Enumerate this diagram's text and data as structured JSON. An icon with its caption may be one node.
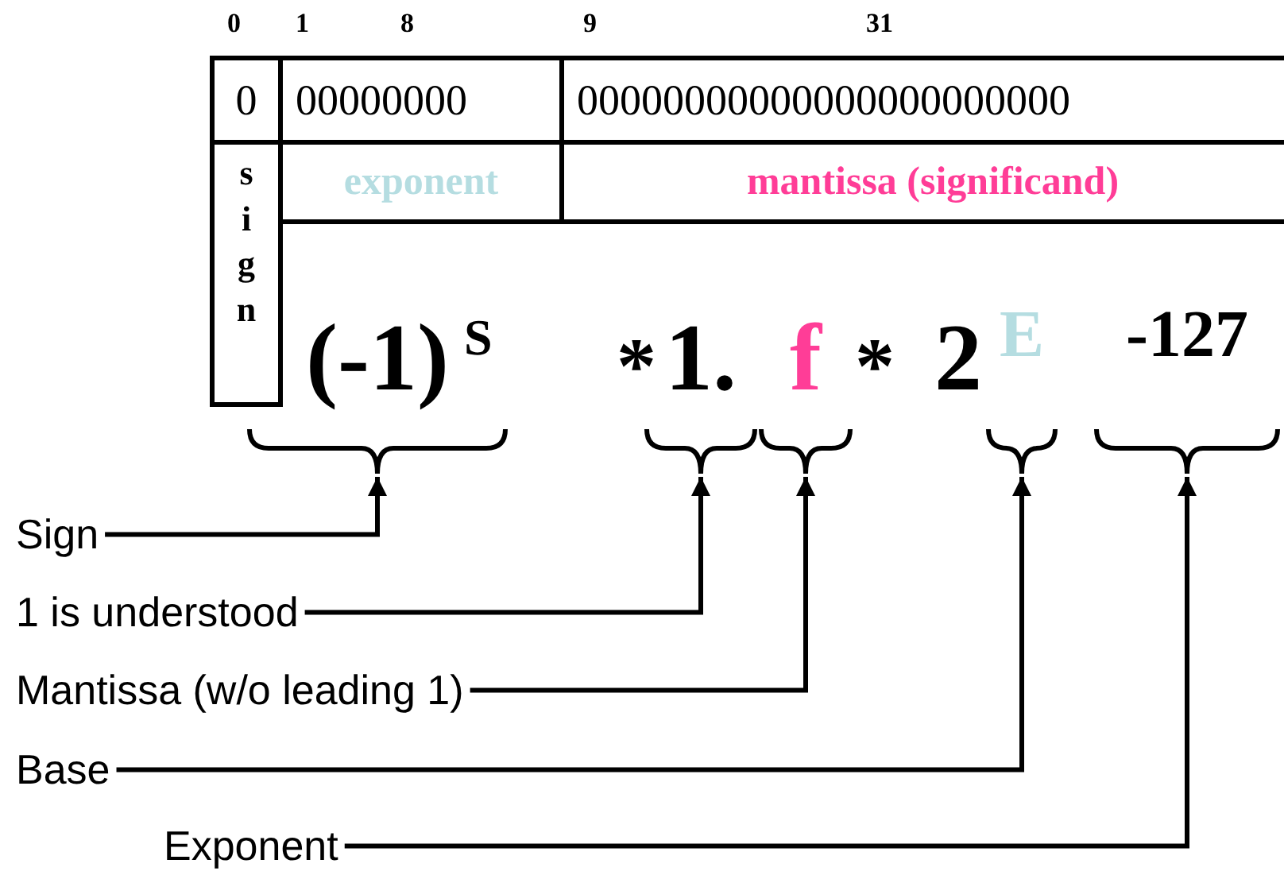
{
  "diagram": {
    "nodes": [
      {
        "text": [
          "(-1)"
        ]
      },
      {
        "text": [
          "1."
        ]
      },
      {
        "text": [
          "f"
        ]
      },
      {
        "text": [
          "E"
        ]
      },
      {
        "text": [
          "-127"
        ]
      },
      {
        "text": [
          "Sign"
        ]
      },
      {
        "text": [
          "1 is understood"
        ]
      },
      {
        "text": [
          "Mantissa (w/o leading 1)"
        ]
      },
      {
        "text": [
          "Base"
        ]
      },
      {
        "text": [
          "Exponent"
        ]
      }
    ],
    "edges": [
      {
        "from": 5,
        "to": 0,
        "arrow": "to"
      },
      {
        "from": 6,
        "to": 1,
        "arrow": "to"
      },
      {
        "from": 7,
        "to": 2,
        "arrow": "to"
      },
      {
        "from": 8,
        "to": 3,
        "arrow": "to"
      },
      {
        "from": 9,
        "to": 4,
        "arrow": "to"
      }
    ],
    "labels": [
      "0",
      "1",
      "8",
      "9",
      "31",
      "0",
      "00000000",
      "00000000000000000000000",
      "sign",
      "exponent",
      "mantissa (significand)",
      "S",
      "*",
      "*",
      "2"
    ]
  }
}
